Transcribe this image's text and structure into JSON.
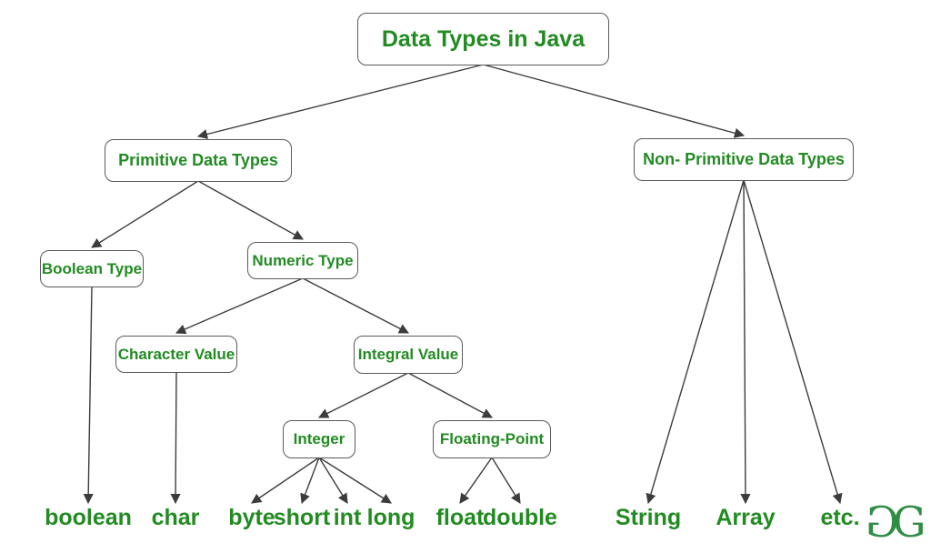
{
  "colors": {
    "text_green": "#228B22",
    "logo_green": "#2f8d46",
    "box_border": "#5a5a5a",
    "edge_line": "#3c3c3c",
    "background": "#ffffff"
  },
  "diagram": {
    "nodes": {
      "title": {
        "label": "Data Types in Java"
      },
      "primitive": {
        "label": "Primitive Data Types"
      },
      "nonprimitive": {
        "label": "Non- Primitive Data Types"
      },
      "boolean_type": {
        "label": "Boolean Type"
      },
      "numeric_type": {
        "label": "Numeric Type"
      },
      "character_value": {
        "label": "Character Value"
      },
      "integral_value": {
        "label": "Integral Value"
      },
      "integer": {
        "label": "Integer"
      },
      "floating_point": {
        "label": "Floating-Point"
      }
    },
    "leaves": {
      "boolean": {
        "label": "boolean"
      },
      "char": {
        "label": "char"
      },
      "byte": {
        "label": "byte"
      },
      "short": {
        "label": "short"
      },
      "int": {
        "label": "int"
      },
      "long": {
        "label": "long"
      },
      "float": {
        "label": "float"
      },
      "double": {
        "label": "double"
      },
      "string": {
        "label": "String"
      },
      "array": {
        "label": "Array"
      },
      "etc": {
        "label": "etc."
      }
    },
    "edges": [
      {
        "from": "title",
        "to": "primitive"
      },
      {
        "from": "title",
        "to": "nonprimitive"
      },
      {
        "from": "primitive",
        "to": "boolean_type"
      },
      {
        "from": "primitive",
        "to": "numeric_type"
      },
      {
        "from": "boolean_type",
        "to": "boolean"
      },
      {
        "from": "numeric_type",
        "to": "character_value"
      },
      {
        "from": "numeric_type",
        "to": "integral_value"
      },
      {
        "from": "character_value",
        "to": "char"
      },
      {
        "from": "integral_value",
        "to": "integer"
      },
      {
        "from": "integral_value",
        "to": "floating_point"
      },
      {
        "from": "integer",
        "to": "byte"
      },
      {
        "from": "integer",
        "to": "short"
      },
      {
        "from": "integer",
        "to": "int"
      },
      {
        "from": "integer",
        "to": "long"
      },
      {
        "from": "floating_point",
        "to": "float"
      },
      {
        "from": "floating_point",
        "to": "double"
      },
      {
        "from": "nonprimitive",
        "to": "string"
      },
      {
        "from": "nonprimitive",
        "to": "array"
      },
      {
        "from": "nonprimitive",
        "to": "etc"
      }
    ],
    "logo": {
      "glyph_left": "G",
      "glyph_right": "G"
    }
  }
}
